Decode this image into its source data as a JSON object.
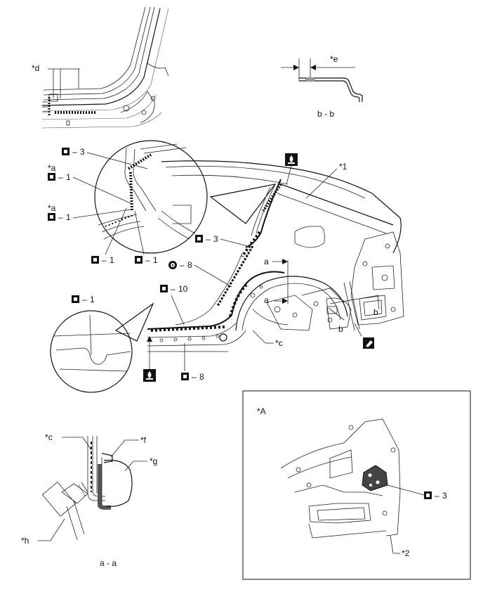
{
  "labels": {
    "d": "*d",
    "e": "*e",
    "bb": "b - b",
    "a1": "*a",
    "a2": "*a",
    "one": "1",
    "three": "3",
    "eight": "8",
    "ten": "10",
    "c": "*c",
    "f": "*f",
    "g": "*g",
    "h": "*h",
    "aa": "a - a",
    "A": "*A",
    "two": "*2",
    "star1": "*1",
    "a_marker": "a",
    "b_marker": "b",
    "dash": "–"
  }
}
